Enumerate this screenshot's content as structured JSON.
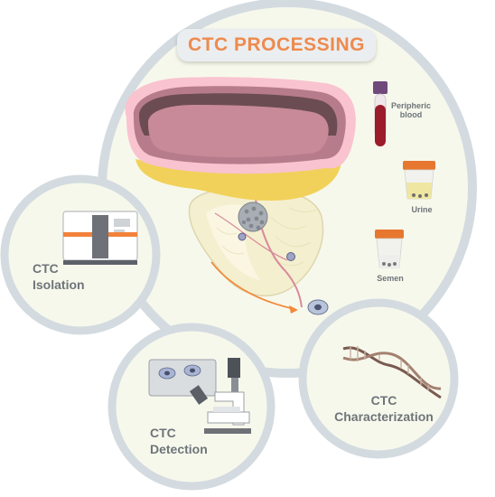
{
  "title": "CTC PROCESSING",
  "sources": {
    "blood": "Peripheric\nblood",
    "urine": "Urine",
    "semen": "Semen"
  },
  "steps": {
    "isolation": "CTC\nIsolation",
    "detection": "CTC\nDetection",
    "characterization": "CTC\nCharacterization"
  },
  "colors": {
    "title_text": "#ee8a4e",
    "circle_fill": "#f7f8ec",
    "circle_ring": "#d3dbe0",
    "bladder": "#b77c8b",
    "prostate": "#f4efcf",
    "fat": "#f2d15a",
    "accent": "#f28a3a"
  }
}
